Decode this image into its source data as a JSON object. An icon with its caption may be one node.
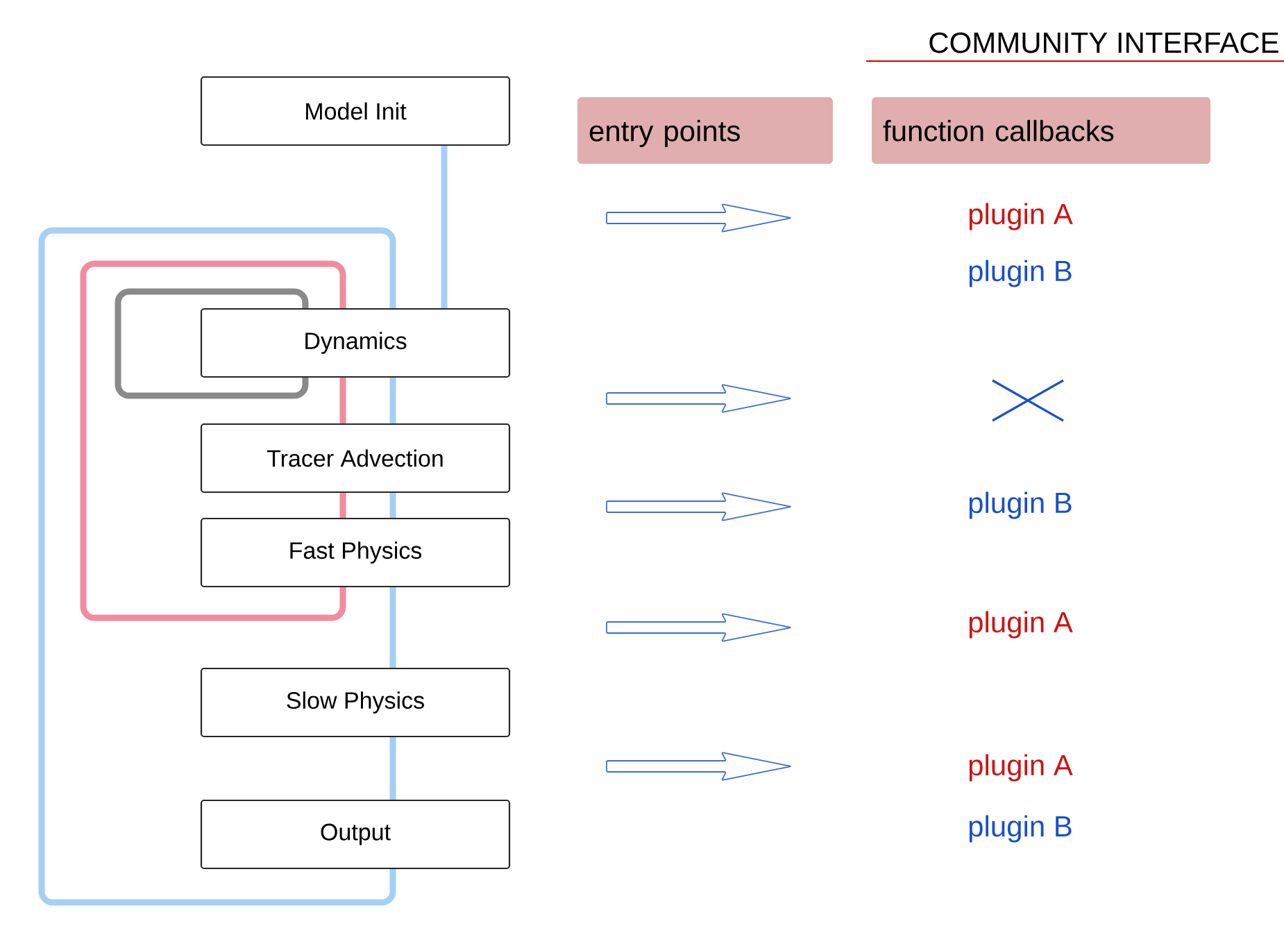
{
  "diagram": {
    "title": "COMMUNITY INTERFACE",
    "nodes": [
      {
        "text": [
          "Model Init"
        ]
      },
      {
        "text": [
          "Dynamics"
        ]
      },
      {
        "text": [
          "Tracer Advection"
        ]
      },
      {
        "text": [
          "Fast Physics"
        ]
      },
      {
        "text": [
          "Slow Physics"
        ]
      },
      {
        "text": [
          "Output"
        ]
      },
      {
        "text": [
          "entry points"
        ]
      },
      {
        "text": [
          "function callbacks"
        ]
      }
    ],
    "edges": [
      {
        "from": 0,
        "to": 1,
        "arrow": "none"
      },
      {
        "from": 1,
        "to": 2,
        "arrow": "none"
      },
      {
        "from": 2,
        "to": 3,
        "arrow": "none"
      },
      {
        "from": 3,
        "to": 4,
        "arrow": "none"
      },
      {
        "from": 4,
        "to": 5,
        "arrow": "none"
      },
      {
        "from": 5,
        "to": 1,
        "arrow": "none"
      },
      {
        "from": 1,
        "to": 2,
        "arrow": "none",
        "color": "#f28ba0"
      },
      {
        "from": 2,
        "to": 3,
        "arrow": "none",
        "color": "#f28ba0"
      },
      {
        "from": 3,
        "to": 1,
        "arrow": "none",
        "color": "#f28ba0"
      },
      {
        "from": 1,
        "to": 1,
        "arrow": "none",
        "color": "#8a8a8a"
      }
    ],
    "labels": [
      "plugin A",
      "plugin B",
      "plugin B",
      "plugin A",
      "plugin A",
      "plugin B"
    ]
  }
}
